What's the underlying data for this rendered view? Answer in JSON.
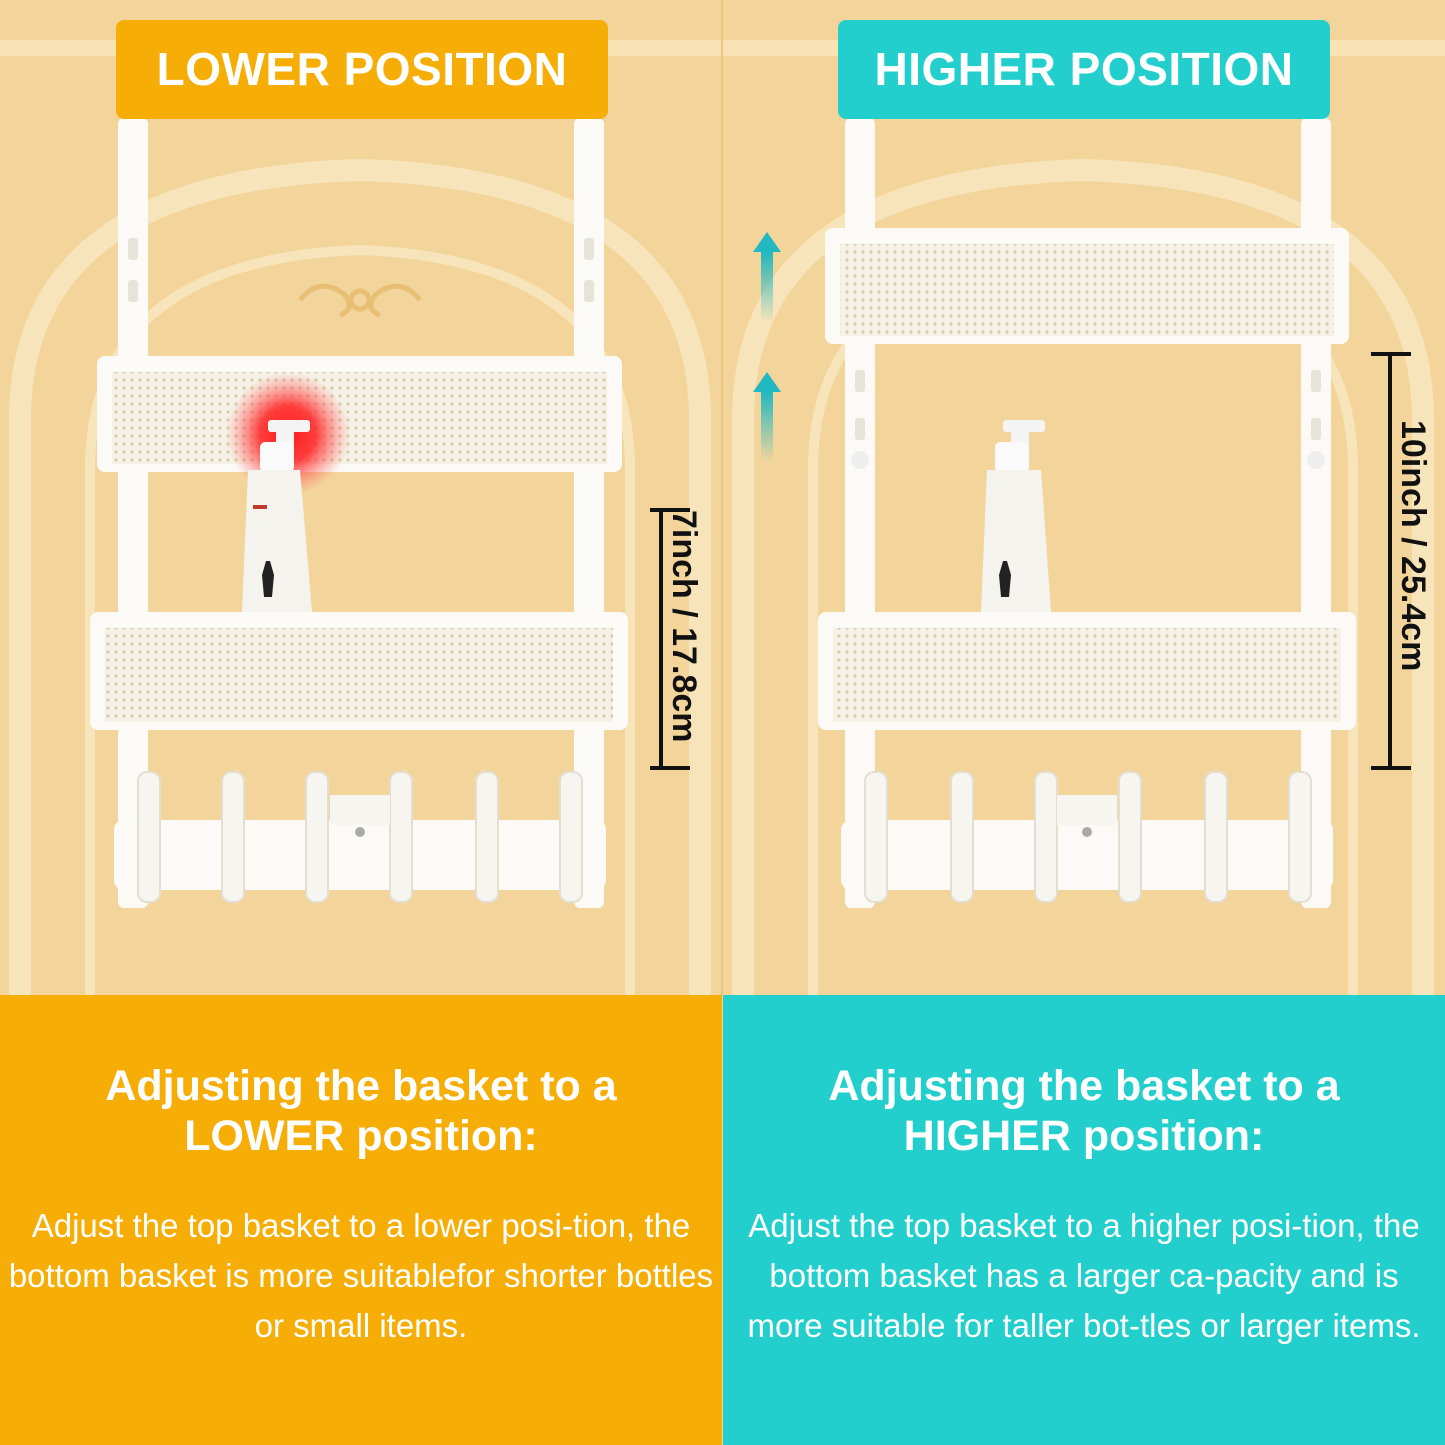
{
  "colors": {
    "orange": "#f6ad05",
    "teal": "#22cfcd",
    "door": "#f3d59c",
    "rack": "#fbfaf6"
  },
  "left": {
    "badge": "LOWER POSITION",
    "measure": "7inch / 17.8cm",
    "heading": "Adjusting the basket to a LOWER position:",
    "body": "Adjust the top basket to a lower posi-tion, the bottom basket is more suitablefor shorter bottles or small items."
  },
  "right": {
    "badge": "HIGHER POSITION",
    "measure": "10inch / 25.4cm",
    "heading": "Adjusting the basket to a HIGHER position:",
    "body": "Adjust the top basket to a higher posi-tion, the bottom basket has a larger ca-pacity and is more suitable for taller bot-tles or larger items."
  }
}
